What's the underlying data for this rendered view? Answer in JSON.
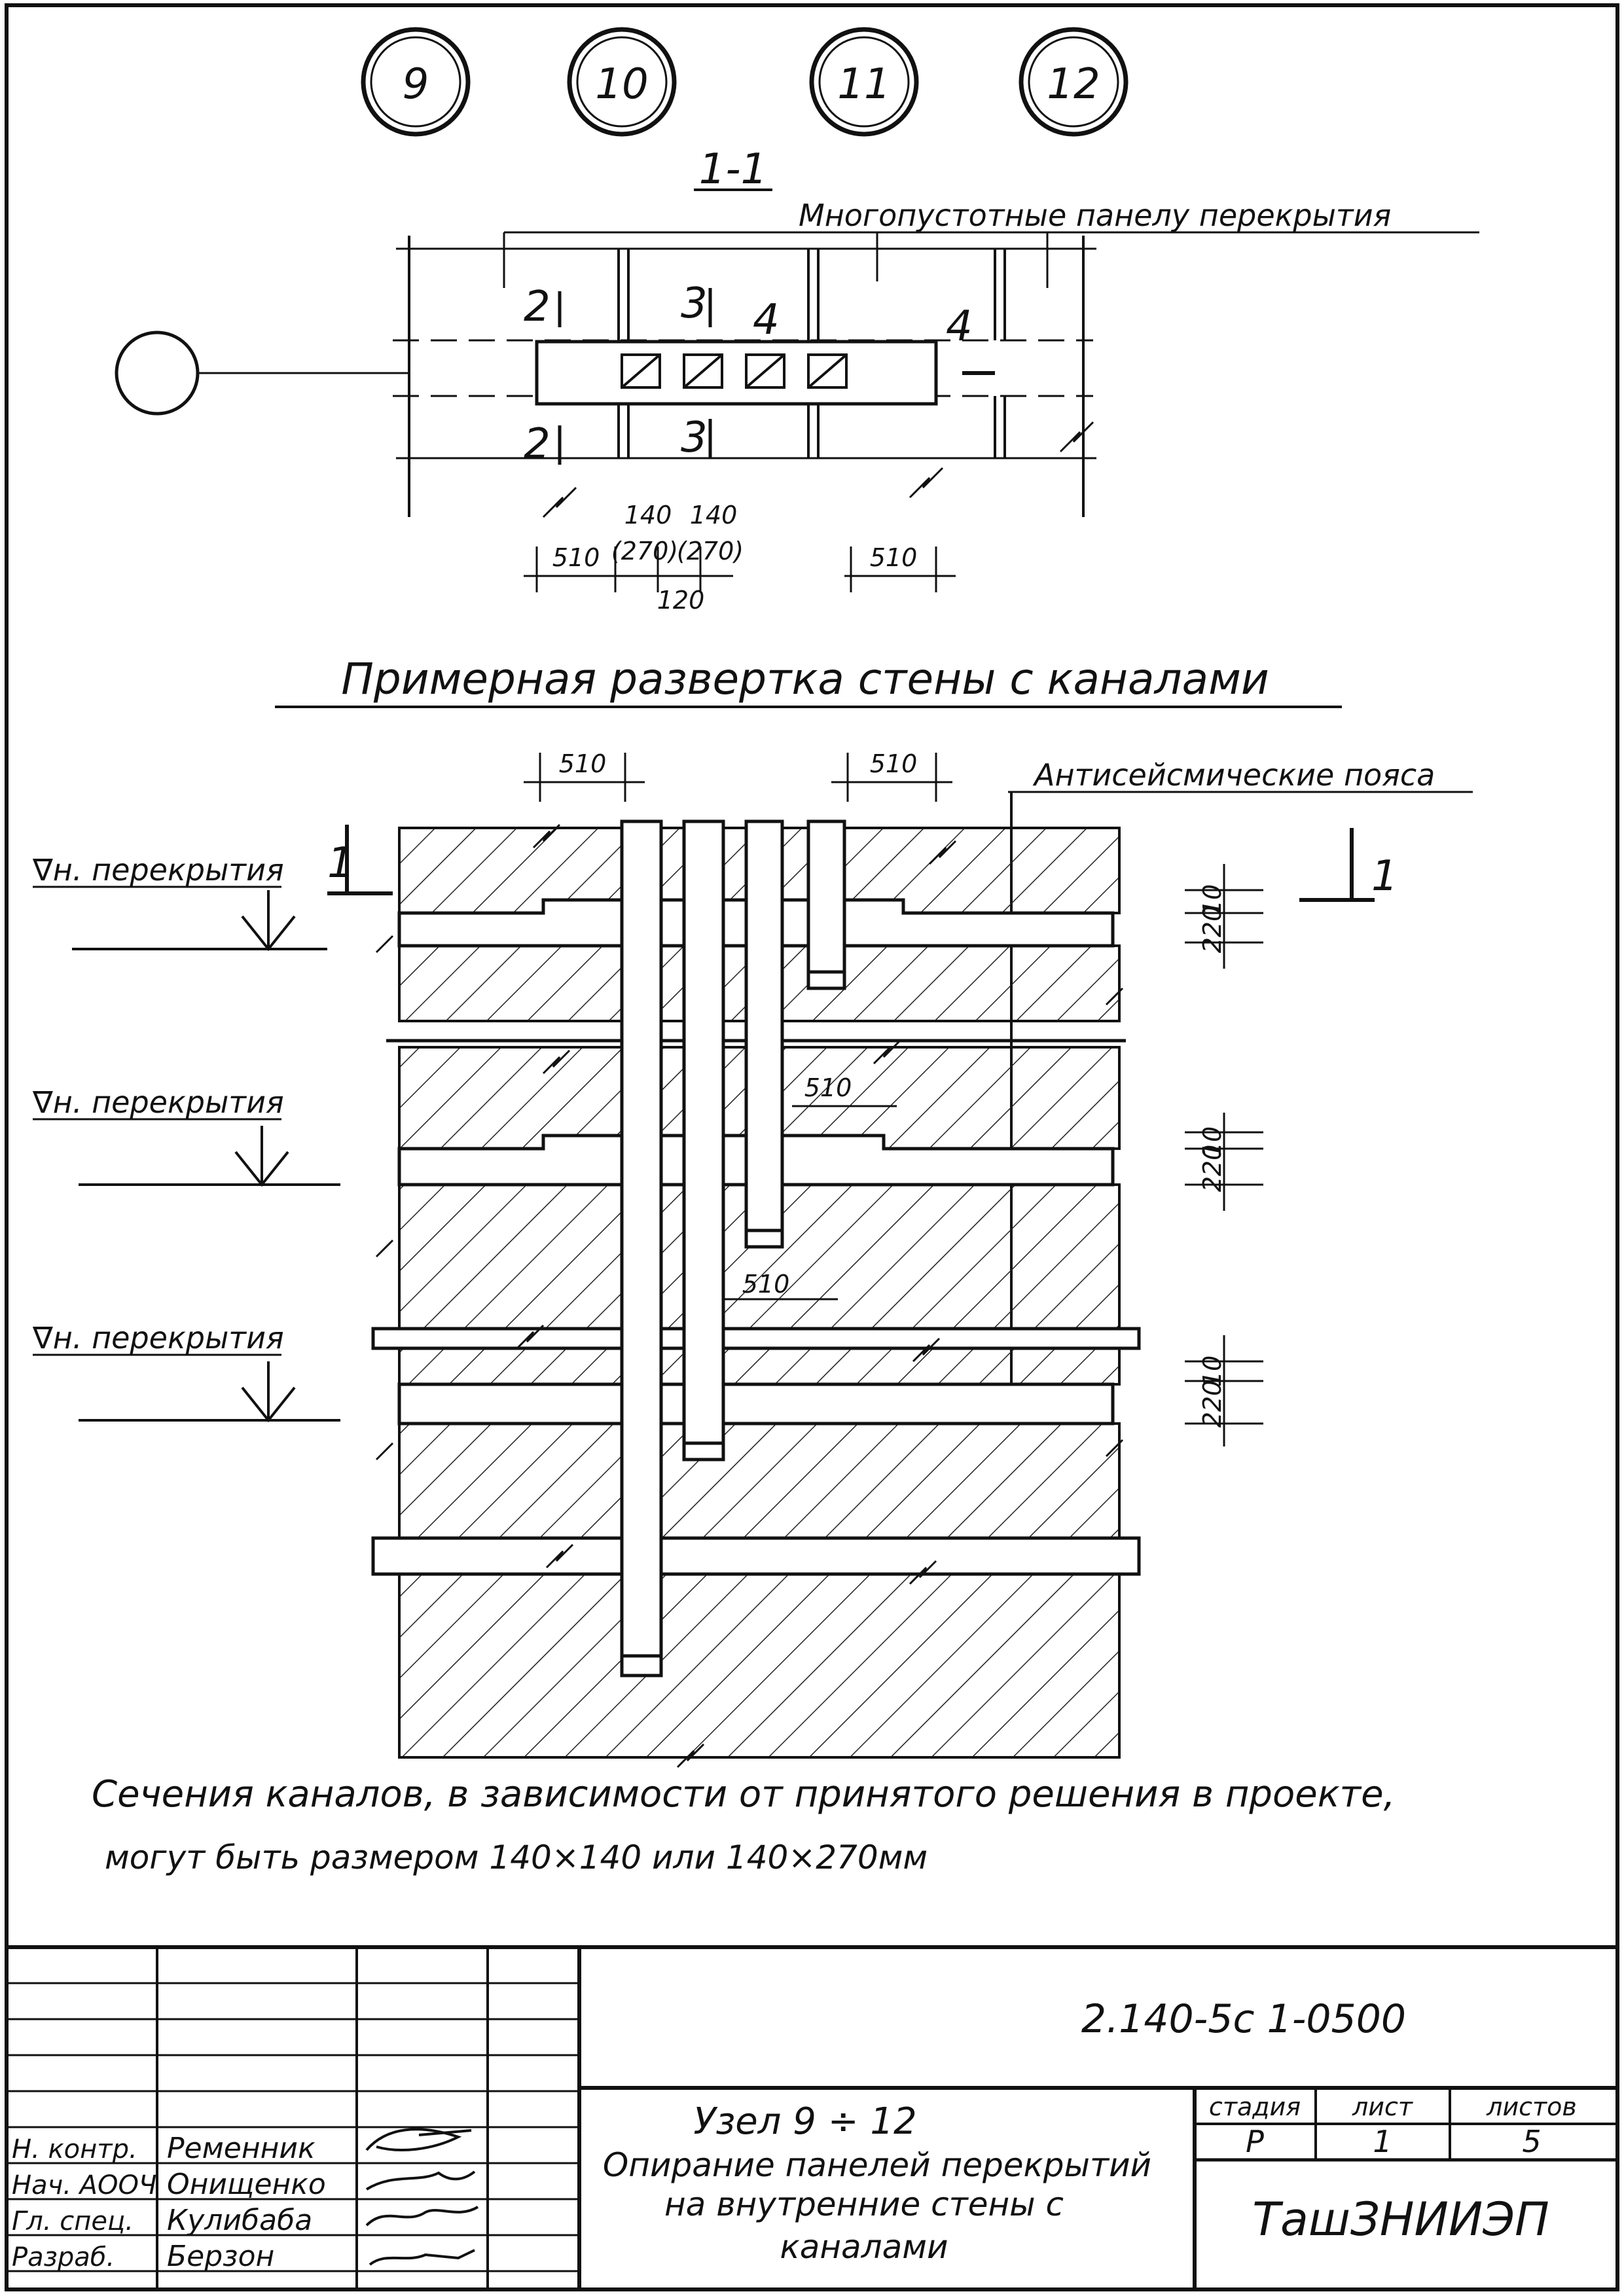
{
  "node_markers": [
    "9",
    "10",
    "11",
    "12"
  ],
  "section": {
    "title": "1-1",
    "panel_label": "Многопустотные панелу перекрытия",
    "marks": [
      "2",
      "3",
      "4",
      "4",
      "2",
      "3"
    ],
    "dims": {
      "left": "510",
      "mid_top_a": "140",
      "mid_top_b": "140",
      "mid_paren_a": "(270)",
      "mid_paren_b": "(270)",
      "mid_bottom": "120",
      "right": "510"
    }
  },
  "elevation": {
    "title": "Примерная развертка стены с каналами",
    "belt_label": "Антисейсмические пояса",
    "cut_mark_left": "1",
    "cut_mark_right": "1",
    "levels": [
      "∇н. перекрытия",
      "∇н. перекрытия",
      "∇н. перекрытия"
    ],
    "dims": {
      "top_left": "510",
      "top_right": "510",
      "mid_a": "510",
      "mid_b": "510",
      "right_small": [
        "10",
        "10",
        "10"
      ],
      "right_big": [
        "220",
        "220",
        "220"
      ]
    }
  },
  "note": {
    "line1": "Сечения каналов, в зависимости от принятого решения в проекте,",
    "line2": "могут быть размером 140×140 или 140×270мм"
  },
  "title_block": {
    "doc_code": "2.140-5с 1-0500",
    "node_title": "Узел 9 ÷ 12",
    "description_lines": [
      "Опирание панелей перекрытий",
      "на внутренние стены с",
      "каналами"
    ],
    "stage_header": "стадия",
    "sheet_header": "лист",
    "sheets_header": "листов",
    "stage": "Р",
    "sheet": "1",
    "sheets": "5",
    "organization": "ТашЗНИИЭП",
    "roles": [
      {
        "role": "Н. контр.",
        "name": "Ременник"
      },
      {
        "role": "Нач. АООЧ",
        "name": "Онищенко"
      },
      {
        "role": "Гл. спец.",
        "name": "Кулибаба"
      },
      {
        "role": "Разраб.",
        "name": "Берзон"
      }
    ]
  }
}
